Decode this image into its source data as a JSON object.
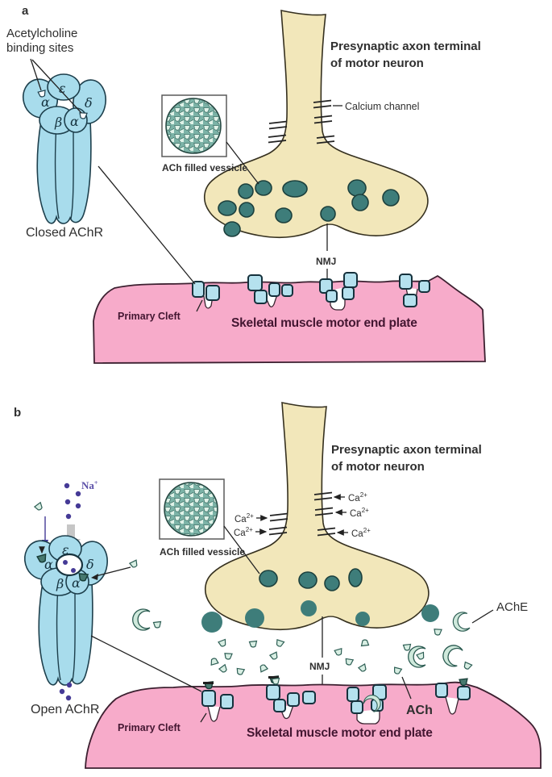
{
  "colors": {
    "terminal_fill": "#f2e7ba",
    "terminal_stroke": "#35301f",
    "vesicle_fill": "#3e7d7a",
    "vesicle_stroke": "#1c403d",
    "muscle_fill": "#f7abca",
    "muscle_stroke": "#3c2030",
    "receptor_fill": "#b5e1ee",
    "achr_fill": "#a8dcec",
    "achr_stroke": "#1d3f4c",
    "ach_fill": "#d8eee3",
    "ach_stroke": "#2e5f55",
    "ach_bound_fill": "#47796f",
    "ache_fill": "#cfe9dc",
    "na_color": "#5b4fa8",
    "na_dot": "#453a96",
    "text_color": "#2f2f2f",
    "muscle_text_color": "#431631",
    "inset_circle_fill": "#7cb3a7",
    "arrow_gray": "#c6c6c6"
  },
  "panel_a": {
    "label": "a",
    "binding_sites_line1": "Acetylcholine",
    "binding_sites_line2": "binding sites",
    "subunit_alpha": "α",
    "subunit_epsilon": "ε",
    "subunit_delta": "δ",
    "subunit_beta": "β",
    "receptor_name": "Closed AChR",
    "terminal_line1": "Presynaptic axon terminal",
    "terminal_line2": "of motor neuron",
    "calcium_channel": "Calcium channel",
    "inset_label": "ACh filled vessicle",
    "nmj": "NMJ",
    "primary_cleft": "Primary Cleft",
    "muscle_label": "Skeletal muscle motor end plate"
  },
  "panel_b": {
    "label": "b",
    "na_base": "Na",
    "na_sup": "+",
    "subunit_alpha": "α",
    "subunit_epsilon": "ε",
    "subunit_delta": "δ",
    "subunit_beta": "β",
    "receptor_name": "Open AChR",
    "terminal_line1": "Presynaptic axon terminal",
    "terminal_line2": "of motor neuron",
    "ca_base": "Ca",
    "ca_sup": "2+",
    "inset_label": "ACh filled vessicle",
    "nmj": "NMJ",
    "ache": "AChE",
    "ach": "ACh",
    "primary_cleft": "Primary Cleft",
    "muscle_label": "Skeletal muscle motor end plate"
  }
}
